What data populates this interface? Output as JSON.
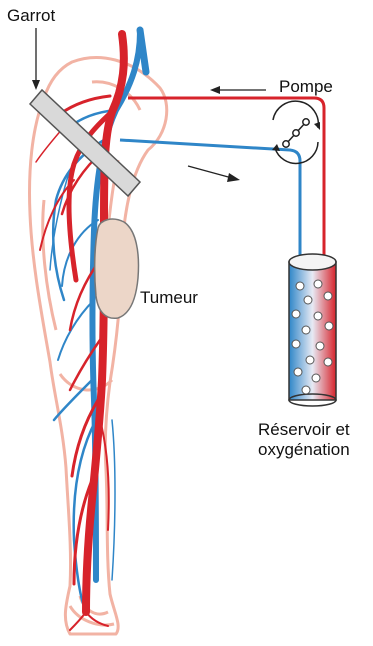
{
  "labels": {
    "garrot": "Garrot",
    "pompe": "Pompe",
    "tumeur": "Tumeur",
    "reservoir_line1": "Réservoir et",
    "reservoir_line2": "oxygénation"
  },
  "colors": {
    "artery": "#d7232b",
    "vein": "#2f86c8",
    "limb_outline": "#f2b3a4",
    "tourniquet_fill": "#d9d9d9",
    "tourniquet_stroke": "#555555",
    "tumor_fill": "#ecd6c8",
    "tumor_stroke": "#777777",
    "arrow": "#222222"
  },
  "icons": {
    "pump": "pump-icon",
    "reservoir": "reservoir-icon",
    "flow_arrow": "flow-arrow-icon"
  }
}
